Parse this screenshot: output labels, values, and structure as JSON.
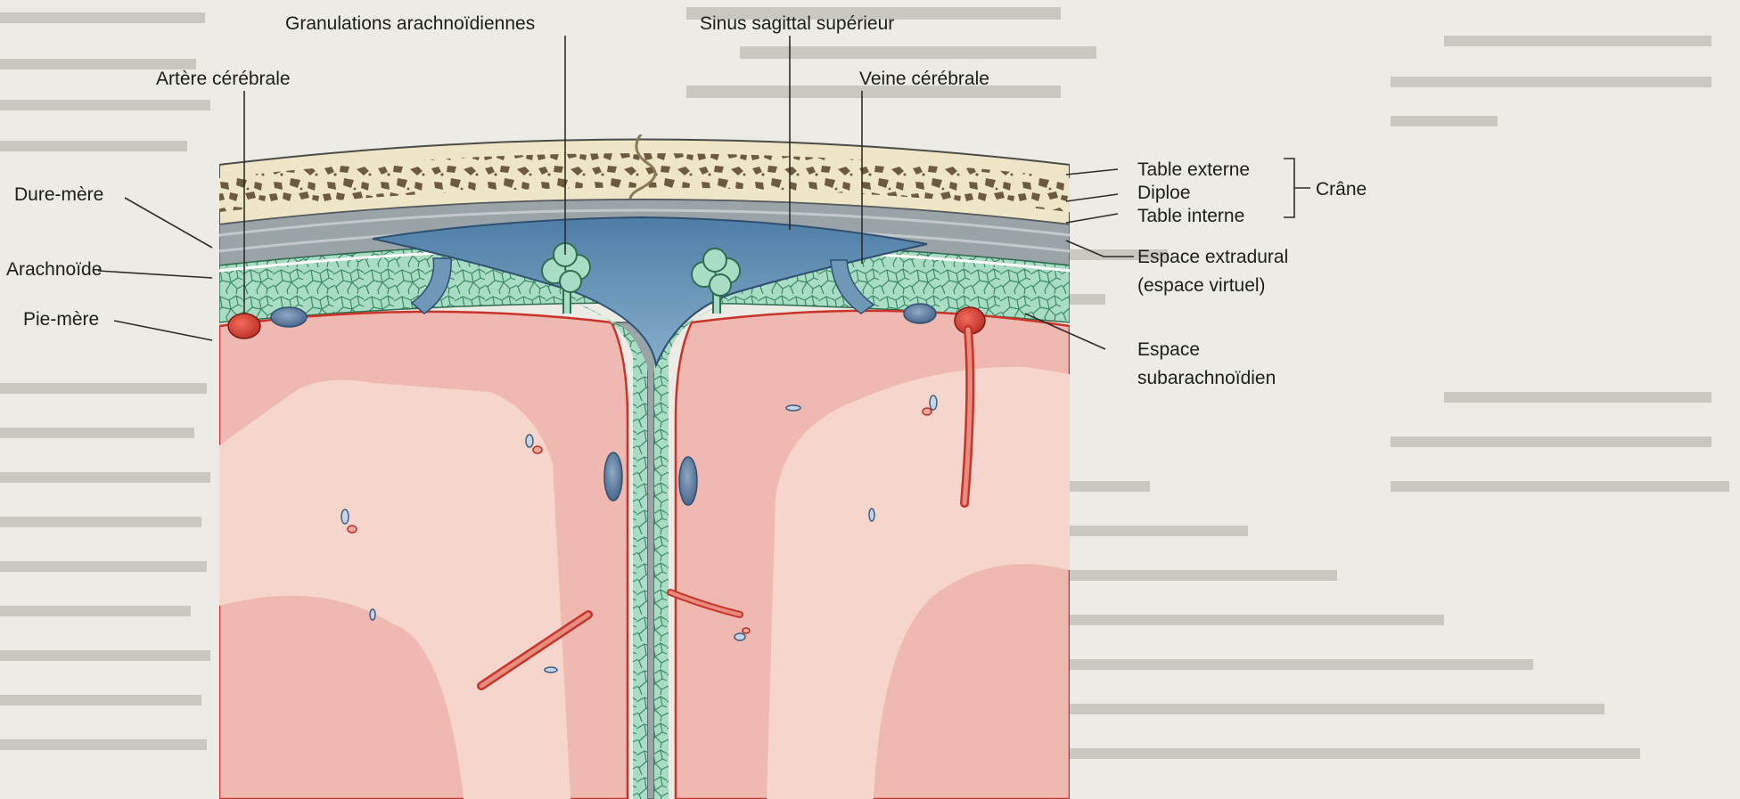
{
  "labels": {
    "granulations": "Granulations arachnoïdiennes",
    "sinus": "Sinus sagittal supérieur",
    "artere": "Artère cérébrale",
    "veine": "Veine cérébrale",
    "dure_mere": "Dure-mère",
    "arachnoide": "Arachnoïde",
    "pie_mere": "Pie-mère",
    "table_externe": "Table externe",
    "diploe": "Diploe",
    "table_interne": "Table interne",
    "crane": "Crâne",
    "espace_extradural_1": "Espace extradural",
    "espace_extradural_2": "(espace virtuel)",
    "espace_sub_1": "Espace",
    "espace_sub_2": "subarachnoïdien"
  },
  "colors": {
    "page": "#ecebe6",
    "bone": "#efe6c8",
    "diploe_spot": "#6e5a3f",
    "dura": "#9aa3a8",
    "sinus": "#6f98b8",
    "arachnoid": "#a9dcc4",
    "cortex": "#efb8b0",
    "white_matter": "#f6d6cc",
    "pia": "#c8332a",
    "artery": "#d9463a",
    "vein": "#4f6f98"
  }
}
